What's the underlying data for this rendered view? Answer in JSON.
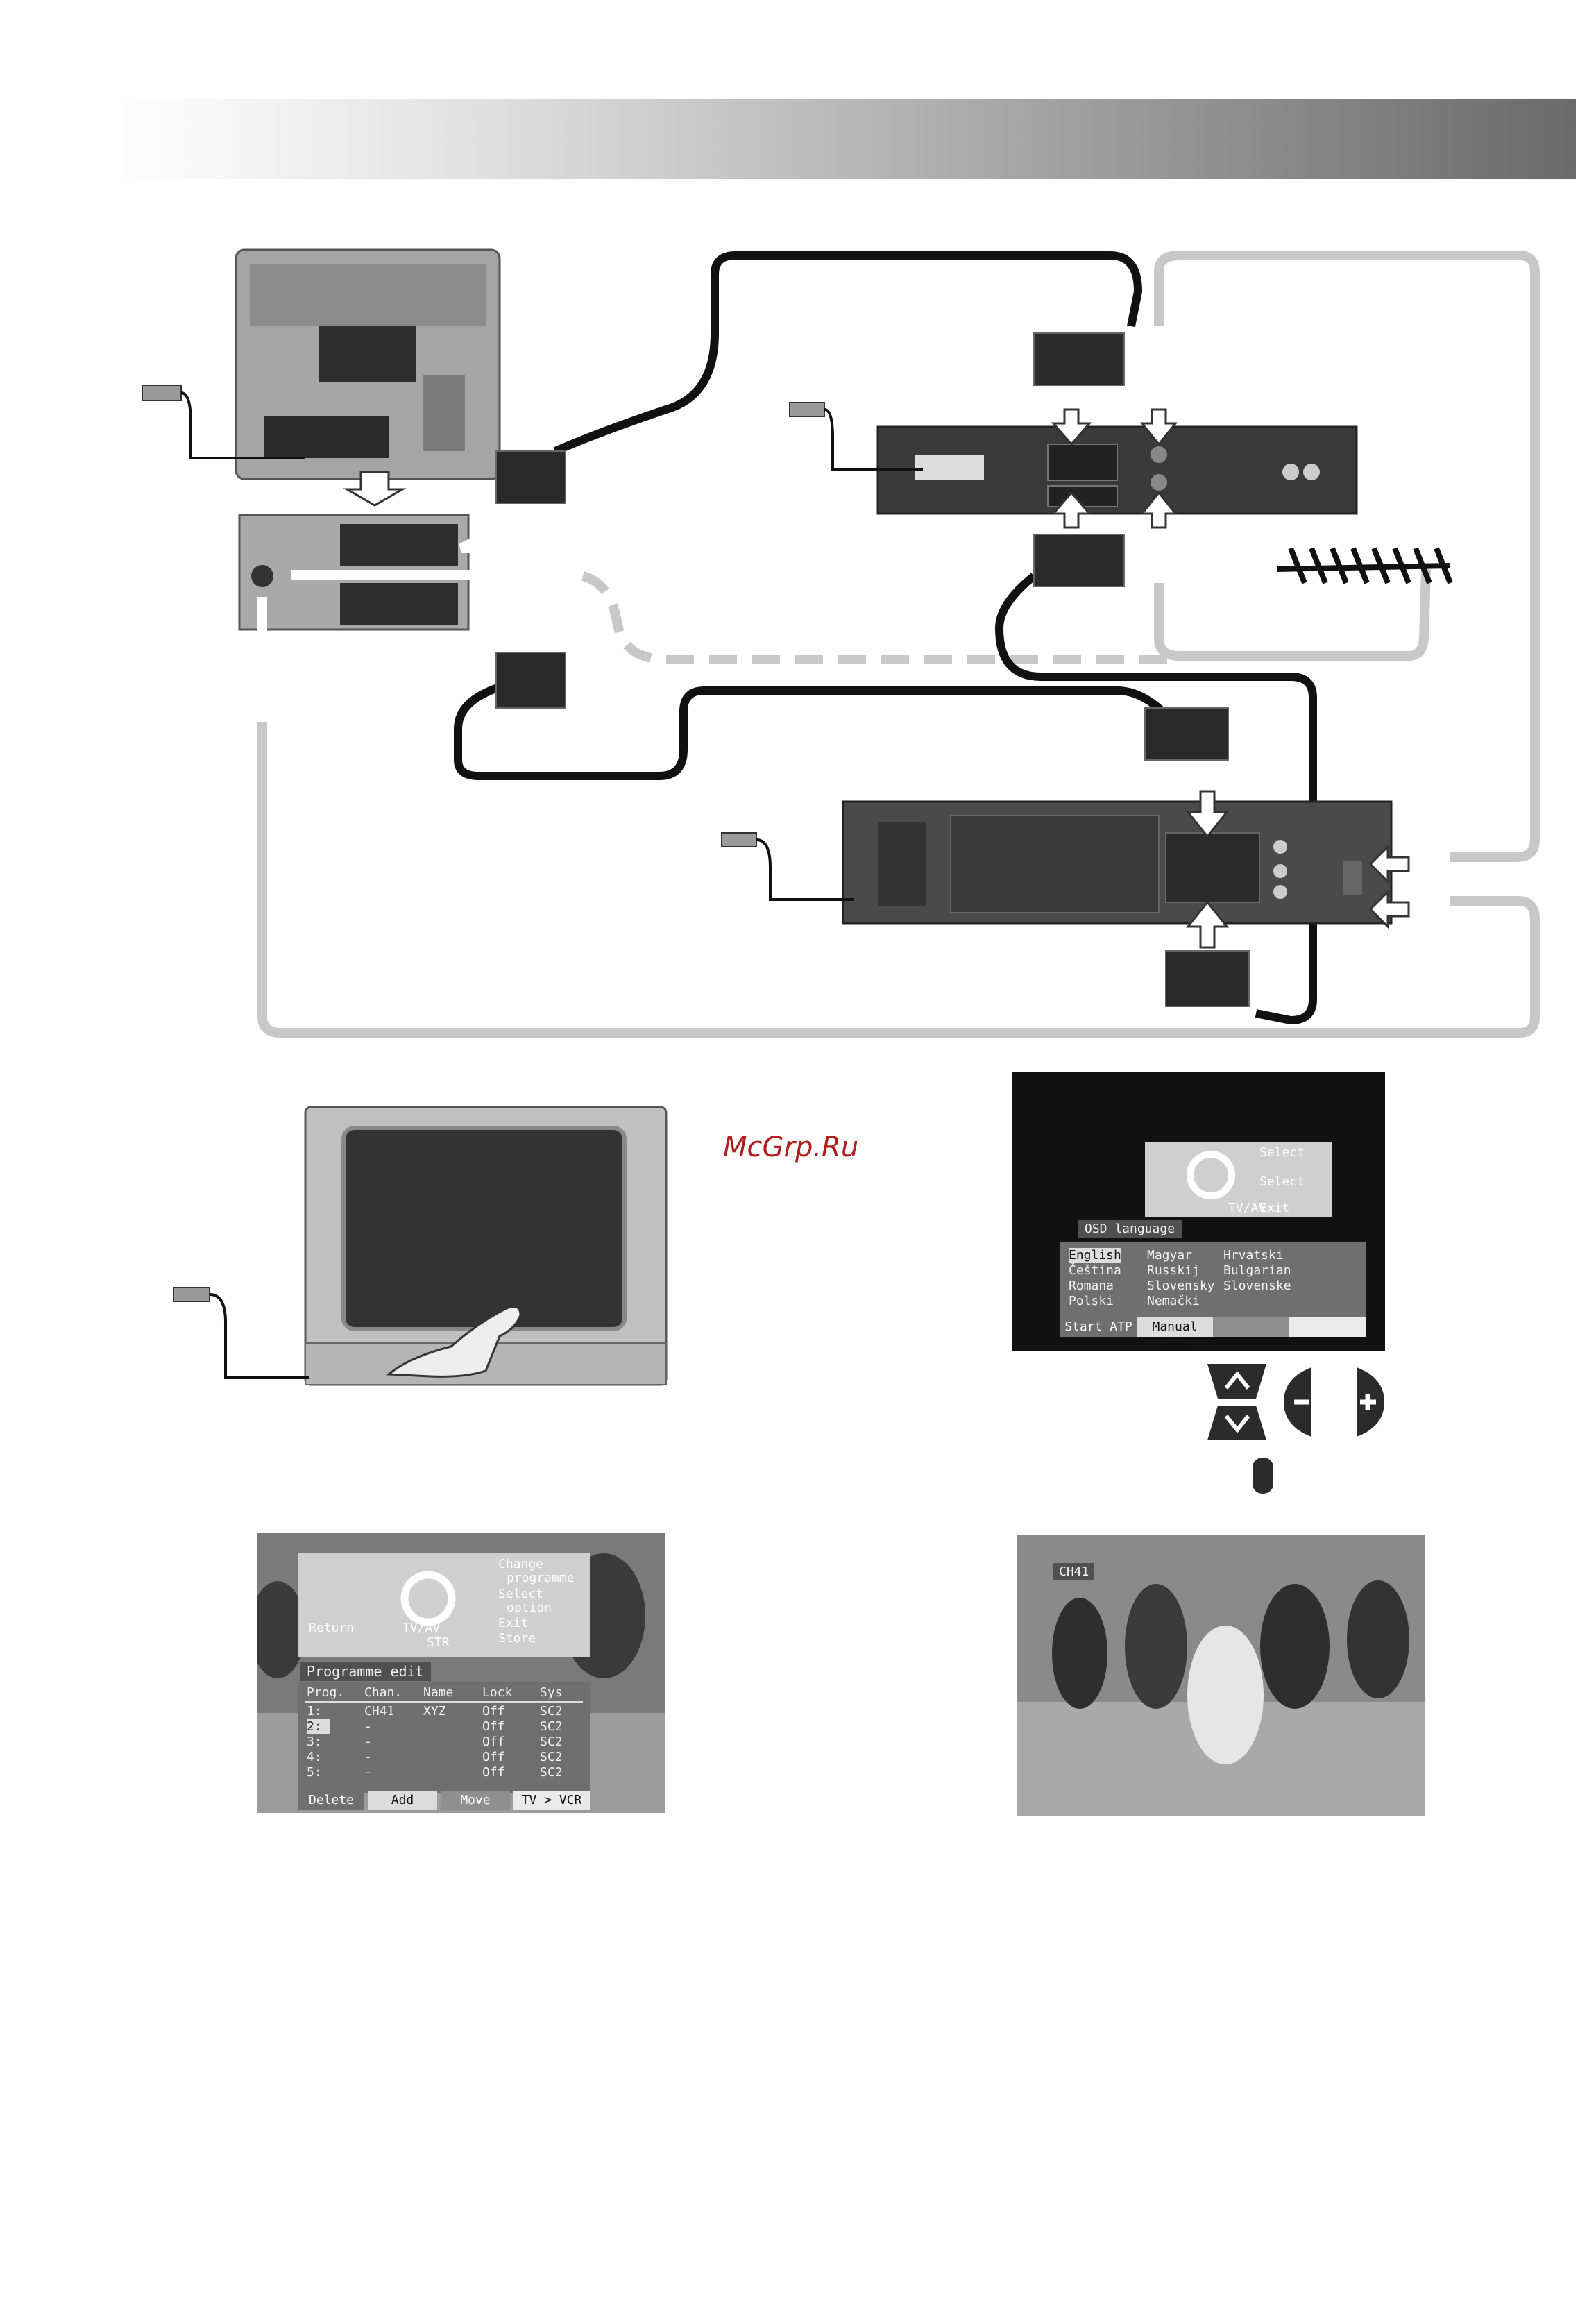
{
  "watermark": "McGrp.Ru",
  "osd_language_screen": {
    "nav_help": [
      "Select",
      "Select",
      "TV/AV",
      "Exit"
    ],
    "title": "OSD language",
    "languages": [
      [
        "English",
        "Magyar",
        "Hrvatski"
      ],
      [
        "Čeština",
        "Russkij",
        "Bulgarian"
      ],
      [
        "Romana",
        "Slovensky",
        "Slovenske"
      ],
      [
        "Polski",
        "Nemački",
        ""
      ]
    ],
    "bottom_buttons": [
      "Start ATP",
      "Manual tune",
      "",
      ""
    ]
  },
  "programme_edit_screen": {
    "nav_help": [
      "Change",
      "programme",
      "Select",
      "option",
      "Return",
      "TV/AV",
      "Exit",
      "STR",
      "Store"
    ],
    "title": "Programme edit",
    "columns": [
      "Prog.",
      "Chan.",
      "Name",
      "Lock",
      "Sys"
    ],
    "rows": [
      [
        "1:",
        "CH41",
        "XYZ",
        "Off",
        "SC2"
      ],
      [
        "2:",
        "-",
        "",
        "Off",
        "SC2"
      ],
      [
        "3:",
        "-",
        "",
        "Off",
        "SC2"
      ],
      [
        "4:",
        "-",
        "",
        "Off",
        "SC2"
      ],
      [
        "5:",
        "-",
        "",
        "Off",
        "SC2"
      ]
    ],
    "bottom_buttons": [
      "Delete",
      "Add",
      "Move",
      "TV > VCR"
    ]
  },
  "channel_screen": {
    "channel_label": "CH41"
  },
  "colors": {
    "header_dark": "#6a6a6a",
    "watermark": "#b21e1e",
    "cable_black": "#111111",
    "cable_grey": "#c8c8c8"
  }
}
